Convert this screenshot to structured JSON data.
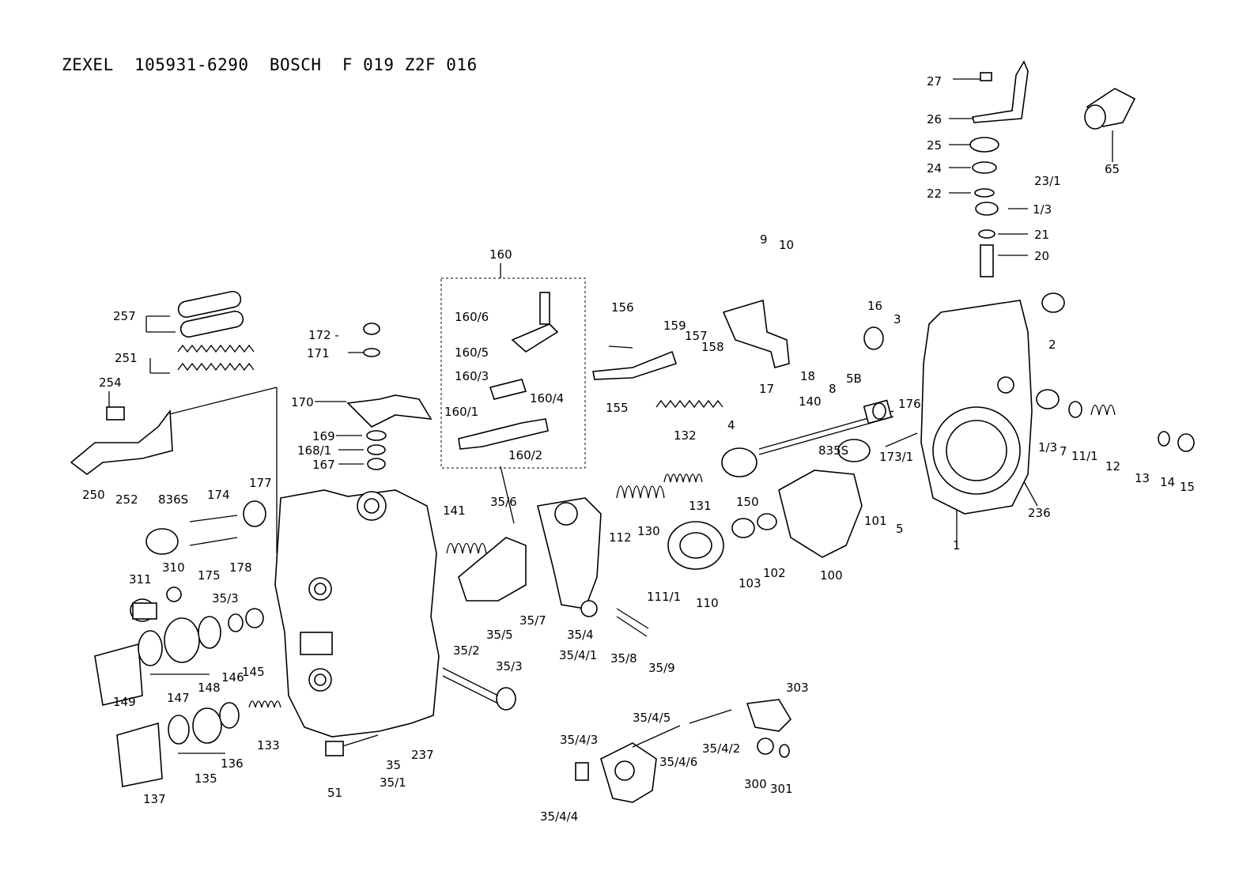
{
  "header": {
    "title": "ZEXEL  105931-6290  BOSCH  F 019 Z2F 016"
  },
  "labels": {
    "27": "27",
    "26": "26",
    "25": "25",
    "24": "24",
    "22": "22",
    "23_1": "23/1",
    "1_3a": "1/3",
    "21": "21",
    "20": "20",
    "65": "65",
    "2": "2",
    "16": "16",
    "3": "3",
    "9": "9",
    "10": "10",
    "18": "18",
    "8": "8",
    "5B": "5B",
    "17": "17",
    "176": "176",
    "156": "156",
    "159": "159",
    "157": "157",
    "158": "158",
    "155": "155",
    "132": "132",
    "4": "4",
    "140": "140",
    "160": "160",
    "160_6": "160/6",
    "160_5": "160/5",
    "160_3": "160/3",
    "160_4": "160/4",
    "160_1": "160/1",
    "160_2": "160/2",
    "257": "257",
    "251": "251",
    "172": "172 -",
    "171": "171",
    "170": "170",
    "169": "169",
    "168_1": "168/1",
    "167": "167",
    "254": "254",
    "250": "250",
    "252": "252",
    "836S": "836S",
    "174": "174",
    "177": "177",
    "178": "178",
    "835S": "835S",
    "173_1": "173/1",
    "101": "101",
    "5": "5",
    "1": "1",
    "236": "236",
    "1_3b": "1/3",
    "7": "7",
    "11_1": "11/1",
    "12": "12",
    "13": "13",
    "14": "14",
    "15": "15",
    "131": "131",
    "130": "130",
    "150": "150",
    "141": "141",
    "35_6": "35/6",
    "102": "102",
    "100": "100",
    "103": "103",
    "112": "112",
    "110": "110",
    "111_1": "111/1",
    "311": "311",
    "310": "310",
    "175": "175",
    "35_3a": "35/3",
    "35_5": "35/5",
    "35_7": "35/7",
    "35_4": "35/4",
    "35_4_1": "35/4/1",
    "35_8": "35/8",
    "35_9": "35/9",
    "149": "149",
    "147": "147",
    "148": "148",
    "146": "146",
    "145": "145",
    "35_2": "35/2",
    "35_3b": "35/3",
    "133": "133",
    "137": "137",
    "135": "135",
    "136": "136",
    "51": "51",
    "35": "35",
    "35_1": "35/1",
    "237": "237",
    "35_4_5": "35/4/5",
    "35_4_3": "35/4/3",
    "35_4_6": "35/4/6",
    "35_4_2": "35/4/2",
    "303": "303",
    "300": "300",
    "301": "301",
    "35_4_4": "35/4/4"
  }
}
